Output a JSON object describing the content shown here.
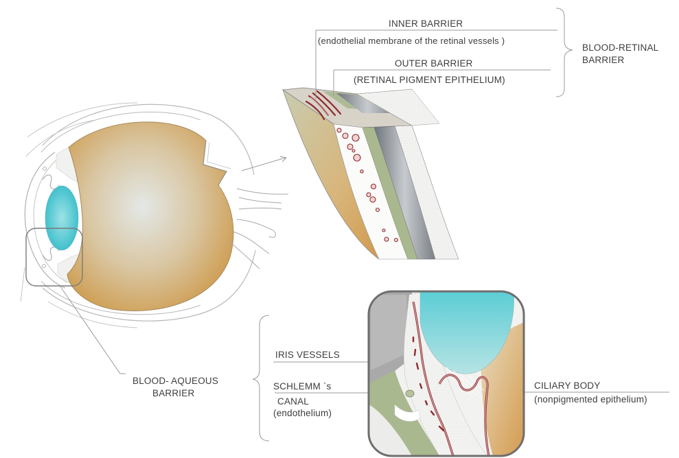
{
  "labels": {
    "inner_barrier": "INNER BARRIER",
    "inner_barrier_detail": "(endothelial membrane of the retinal vessels )",
    "outer_barrier": "OUTER BARRIER",
    "outer_barrier_detail": "(RETINAL PIGMENT EPITHELIUM)",
    "blood_retinal_line1": "BLOOD-RETINAL",
    "blood_retinal_line2": "BARRIER",
    "iris_vessels": "IRIS VESSELS",
    "schlemm_line1": "SCHLEMM `s",
    "schlemm_line2": "CANAL",
    "schlemm_line3": "(endothelium)",
    "blood_aqueous_line1": "BLOOD- AQUEOUS",
    "blood_aqueous_line2": "BARRIER",
    "ciliary_line1": "CILIARY BODY",
    "ciliary_line2": "(nonpigmented epithelium)"
  },
  "colors": {
    "eye_fill_center": "#dfe6e4",
    "eye_fill_edge": "#d2a35c",
    "lens": "#3fc4cf",
    "vessel": "#8e2a2e",
    "retina_green": "#a8b58d",
    "rpe_gray": "#8e9398",
    "line_gray": "#9a9a9a"
  }
}
